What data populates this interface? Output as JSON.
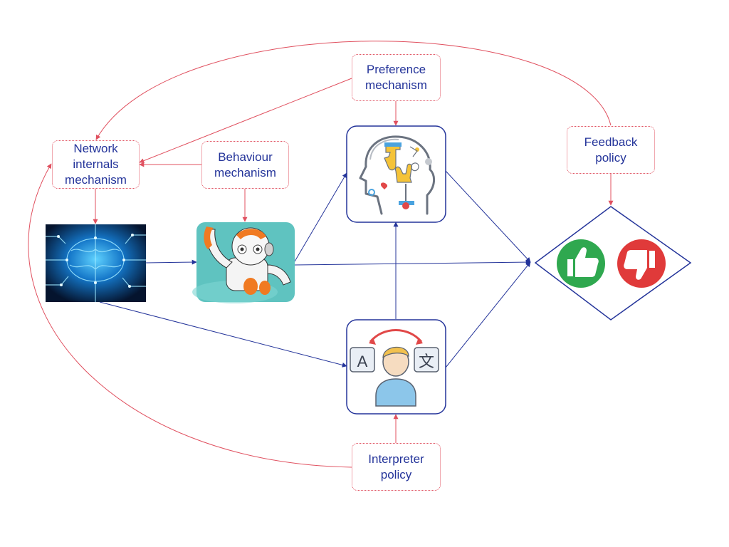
{
  "labels": {
    "network_internals": "Network\ninternals\nmechanism",
    "behaviour": "Behaviour\nmechanism",
    "preference": "Preference\nmechanism",
    "feedback": "Feedback\npolicy",
    "interpreter": "Interpreter\npolicy"
  },
  "nodes": {
    "neural_network_image": "brain-circuit-image",
    "robot_image": "nao-robot-image",
    "preference_image": "head-with-hands-image",
    "interpreter_image": "translator-person-image",
    "feedback_decision": "thumbs-up-thumbs-down"
  },
  "interpreter_glyphs": {
    "left": "A",
    "right": "文"
  },
  "colors": {
    "policy_arrow": "#e0505f",
    "data_arrow": "#24349a",
    "label_text": "#24349a",
    "thumbs_up": "#2fa84f",
    "thumbs_down": "#e03a3a"
  }
}
